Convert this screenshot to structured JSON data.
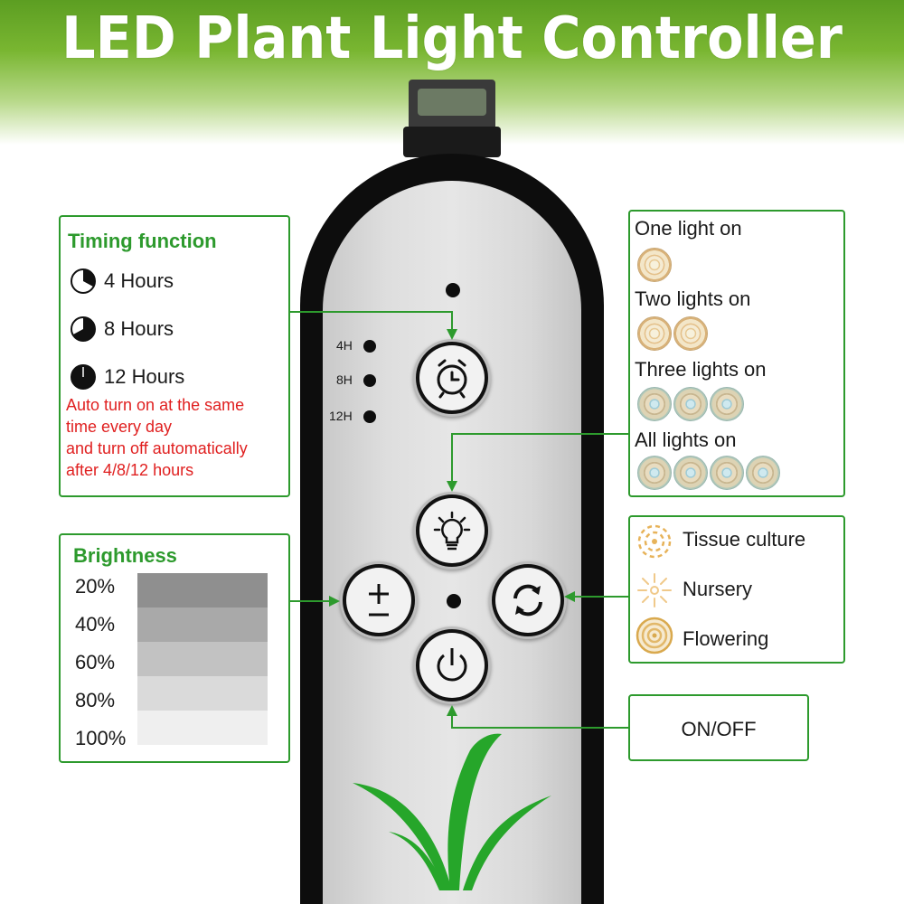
{
  "title": "LED Plant Light Controller",
  "timing": {
    "heading": "Timing function",
    "options": [
      "4 Hours",
      "8 Hours",
      "12 Hours"
    ],
    "note_lines": [
      "Auto turn on at the same",
      "time every day",
      "and turn off automatically",
      "after 4/8/12 hours"
    ]
  },
  "brightness": {
    "heading": "Brightness",
    "levels": [
      "20%",
      "40%",
      "60%",
      "80%",
      "100%"
    ],
    "swatch_colors": [
      "#8f8f8f",
      "#a9a9a9",
      "#c2c2c2",
      "#dadada",
      "#efefef"
    ]
  },
  "lights": {
    "labels": [
      "One light on",
      "Two lights on",
      "Three lights on",
      "All lights on"
    ]
  },
  "modes": {
    "labels": [
      "Tissue culture",
      "Nursery",
      "Flowering"
    ]
  },
  "onoff": {
    "label": "ON/OFF"
  },
  "controller": {
    "timer_labels": [
      "4H",
      "8H",
      "12H"
    ]
  },
  "colors": {
    "accent_green": "#2d9a2d",
    "note_red": "#e02020",
    "header_green": "#6aaa28"
  }
}
